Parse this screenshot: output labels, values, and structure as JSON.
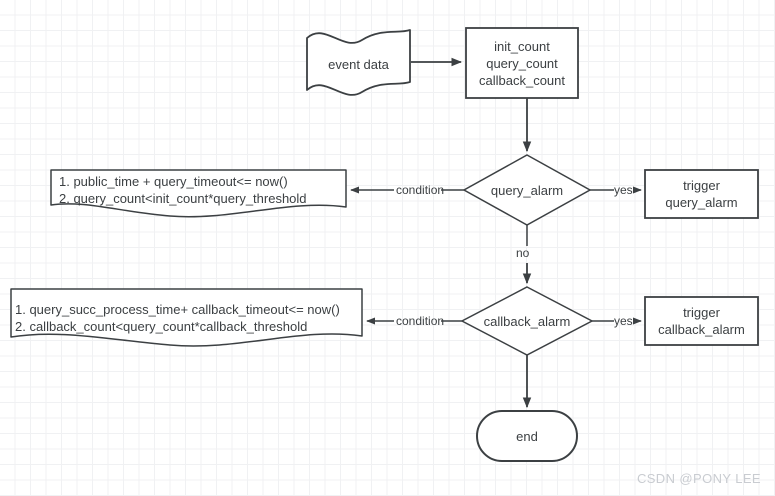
{
  "diagram": {
    "title": "alarm monitoring flowchart",
    "stroke_color": "#3c4043",
    "text_color": "#3c4043",
    "background_color": "#ffffff",
    "grid_minor_color": "#f0f1f3",
    "grid_major_color": "#e6e8ea",
    "nodes": {
      "event_data": {
        "label": "event data",
        "shape": "document-flag"
      },
      "counts": {
        "line1": "init_count",
        "line2": "query_count",
        "line3": "callback_count",
        "shape": "rectangle"
      },
      "query_alarm": {
        "label": "query_alarm",
        "shape": "diamond"
      },
      "callback_alarm": {
        "label": "callback_alarm",
        "shape": "diamond"
      },
      "trigger_query_alarm": {
        "line1": "trigger",
        "line2": "query_alarm",
        "shape": "rectangle"
      },
      "trigger_callback_alarm": {
        "line1": "trigger",
        "line2": "callback_alarm",
        "shape": "rectangle"
      },
      "query_condition": {
        "line1": "1. public_time + query_timeout<= now()",
        "line2": "2. query_count<init_count*query_threshold",
        "shape": "document-wave"
      },
      "callback_condition": {
        "line1": "1. query_succ_process_time+ callback_timeout<= now()",
        "line2": "2. callback_count<query_count*callback_threshold",
        "shape": "document-wave"
      },
      "end": {
        "label": "end",
        "shape": "stadium"
      }
    },
    "edge_labels": {
      "query_condition": "condition",
      "query_yes": "yes",
      "query_no": "no",
      "callback_condition": "condition",
      "callback_yes": "yes"
    },
    "watermark": "CSDN @PONY LEE"
  }
}
